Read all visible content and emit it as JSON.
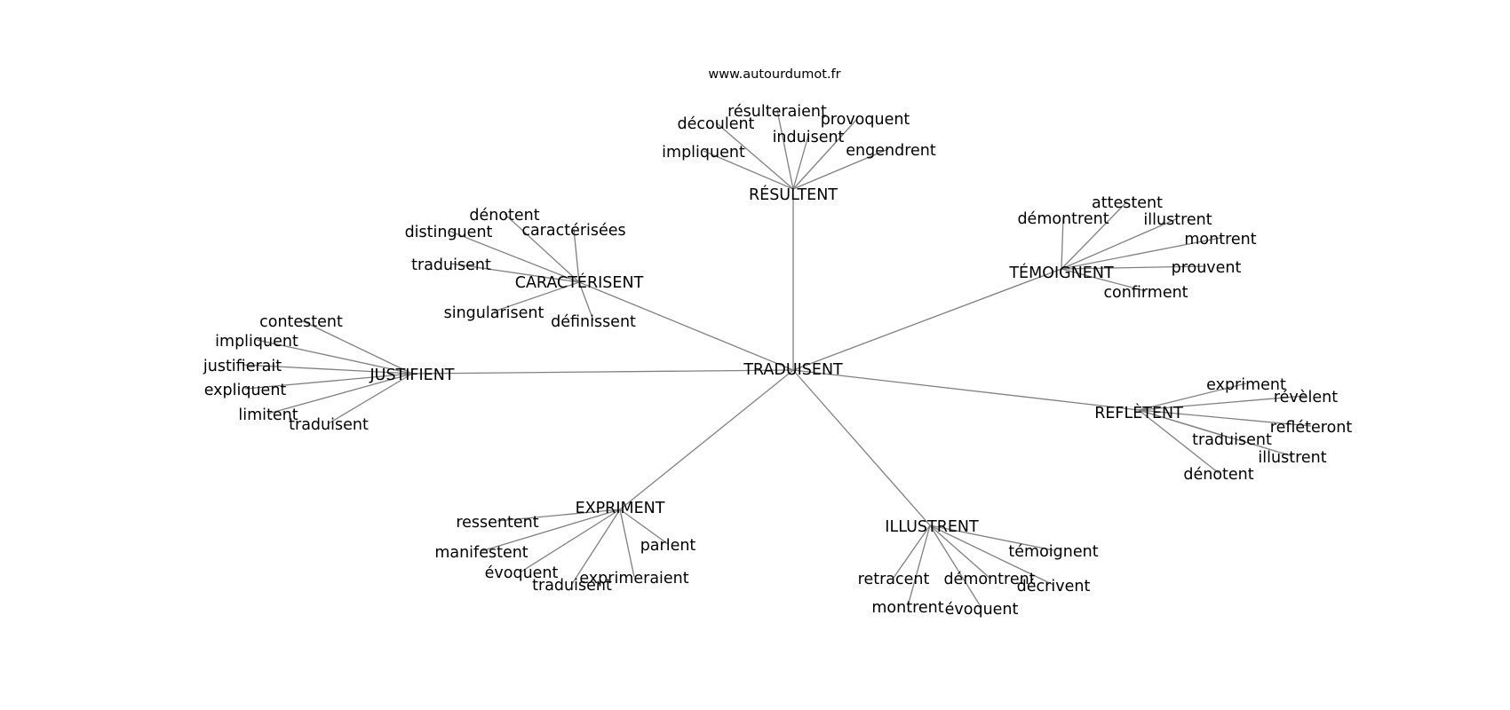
{
  "source": "www.autourdumot.fr",
  "root": "TRADUISENT",
  "clusters": [
    {
      "id": "resultent",
      "label": "RÉSULTENT",
      "leaves": [
        "résulteraient",
        "découlent",
        "provoquent",
        "induisent",
        "impliquent",
        "engendrent"
      ]
    },
    {
      "id": "caracterisent",
      "label": "CARACTÉRISENT",
      "leaves": [
        "dénotent",
        "distinguent",
        "caractérisées",
        "traduisent",
        "singularisent",
        "définissent"
      ]
    },
    {
      "id": "temoignent",
      "label": "TÉMOIGNENT",
      "leaves": [
        "attestent",
        "démontrent",
        "illustrent",
        "montrent",
        "prouvent",
        "confirment"
      ]
    },
    {
      "id": "justifient",
      "label": "JUSTIFIENT",
      "leaves": [
        "contestent",
        "impliquent",
        "justifierait",
        "expliquent",
        "limitent",
        "traduisent"
      ]
    },
    {
      "id": "refletent",
      "label": "REFLÈTENT",
      "leaves": [
        "expriment",
        "révèlent",
        "refléteront",
        "traduisent",
        "illustrent",
        "dénotent"
      ]
    },
    {
      "id": "expriment",
      "label": "EXPRIMENT",
      "leaves": [
        "ressentent",
        "manifestent",
        "parlent",
        "évoquent",
        "traduisent",
        "exprimeraient"
      ]
    },
    {
      "id": "illustrent",
      "label": "ILLUSTRENT",
      "leaves": [
        "témoignent",
        "retracent",
        "démontrent",
        "décrivent",
        "montrent",
        "évoquent"
      ]
    }
  ]
}
